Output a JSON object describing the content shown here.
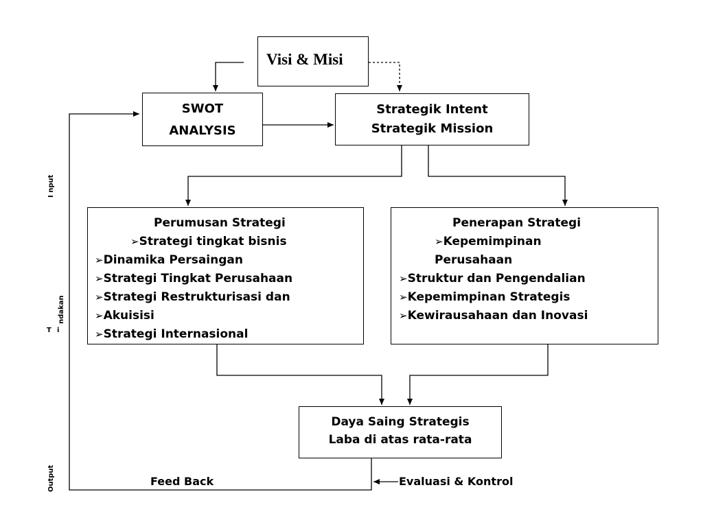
{
  "visi_misi": "Visi & Misi",
  "swot": {
    "line1": "SWOT",
    "line2": "ANALYSIS"
  },
  "intent": {
    "line1": "Strategik Intent",
    "line2": "Strategik Mission"
  },
  "perumusan": {
    "title": "Perumusan Strategi",
    "items": [
      "Strategi tingkat bisnis",
      "Dinamika Persaingan",
      "Strategi Tingkat Perusahaan",
      "Strategi Restrukturisasi dan",
      "Akuisisi",
      "Strategi Internasional"
    ]
  },
  "penerapan": {
    "title": "Penerapan Strategi",
    "items": [
      "Kepemimpinan",
      "Perusahaan",
      "Struktur dan Pengendalian",
      "Kepemimpinan Strategis",
      "Kewirausahaan dan Inovasi"
    ]
  },
  "daya_saing": {
    "line1": "Daya Saing Strategis",
    "line2": "Laba di atas rata-rata"
  },
  "feedback": "Feed Back",
  "evaluasi": "Evaluasi & Kontrol",
  "side_labels": {
    "input": "I nput",
    "tindakan_t": "T",
    "tindakan_i": "i",
    "tindakan_rest": "ndakan",
    "output": "Output"
  },
  "bullet_glyph": "➢"
}
